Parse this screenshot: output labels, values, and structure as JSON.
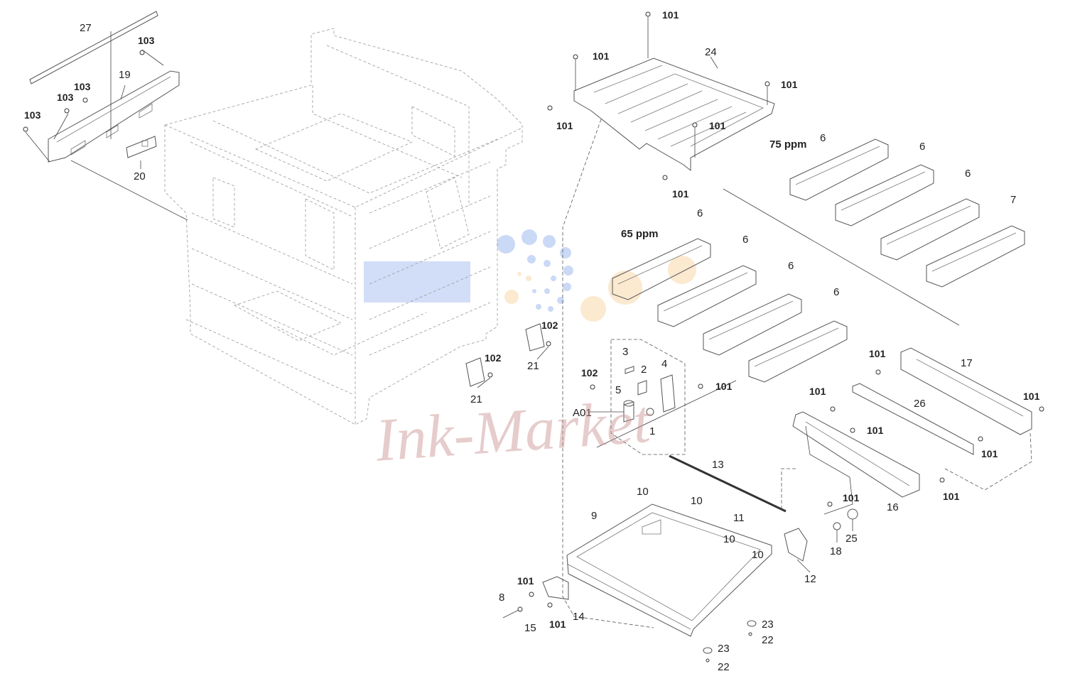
{
  "legend": {
    "speed_75": "75 ppm",
    "speed_65": "65 ppm",
    "assembly": "A01"
  },
  "watermark": "Ink-Market",
  "labels": {
    "p1": "1",
    "p2": "2",
    "p3": "3",
    "p4": "4",
    "p5": "5",
    "p6": "6",
    "p7": "7",
    "p8": "8",
    "p9": "9",
    "p10": "10",
    "p11": "11",
    "p12": "12",
    "p13": "13",
    "p14": "14",
    "p15": "15",
    "p16": "16",
    "p17": "17",
    "p18": "18",
    "p19": "19",
    "p20": "20",
    "p21": "21",
    "p22": "22",
    "p23": "23",
    "p24": "24",
    "p25": "25",
    "p26": "26",
    "p27": "27",
    "p101": "101",
    "p102": "102",
    "p103": "103"
  },
  "colors": {
    "watermark_red": "#c98f8f",
    "logo_blue": "#6b93e6",
    "logo_orange": "#f5c27a"
  }
}
